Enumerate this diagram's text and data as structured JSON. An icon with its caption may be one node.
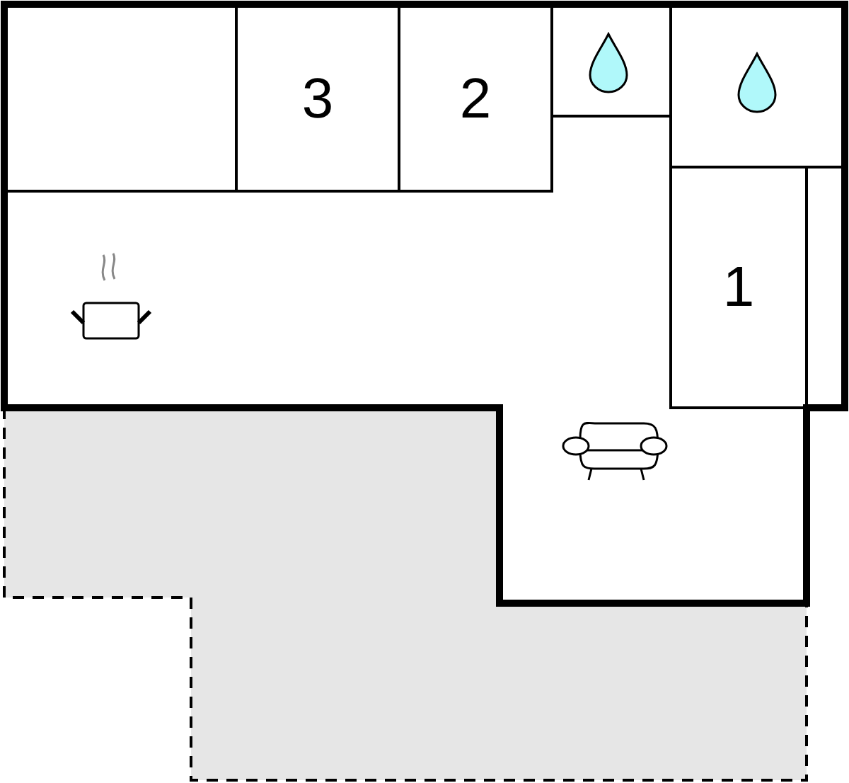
{
  "diagram": {
    "nodes": [
      {
        "text": [],
        "shape": "box"
      },
      {
        "text": [
          "3"
        ]
      },
      {
        "text": [
          "2"
        ]
      },
      {
        "text": [],
        "shape": "box"
      },
      {
        "text": [],
        "shape": "box"
      },
      {
        "text": [
          "1"
        ]
      }
    ]
  }
}
